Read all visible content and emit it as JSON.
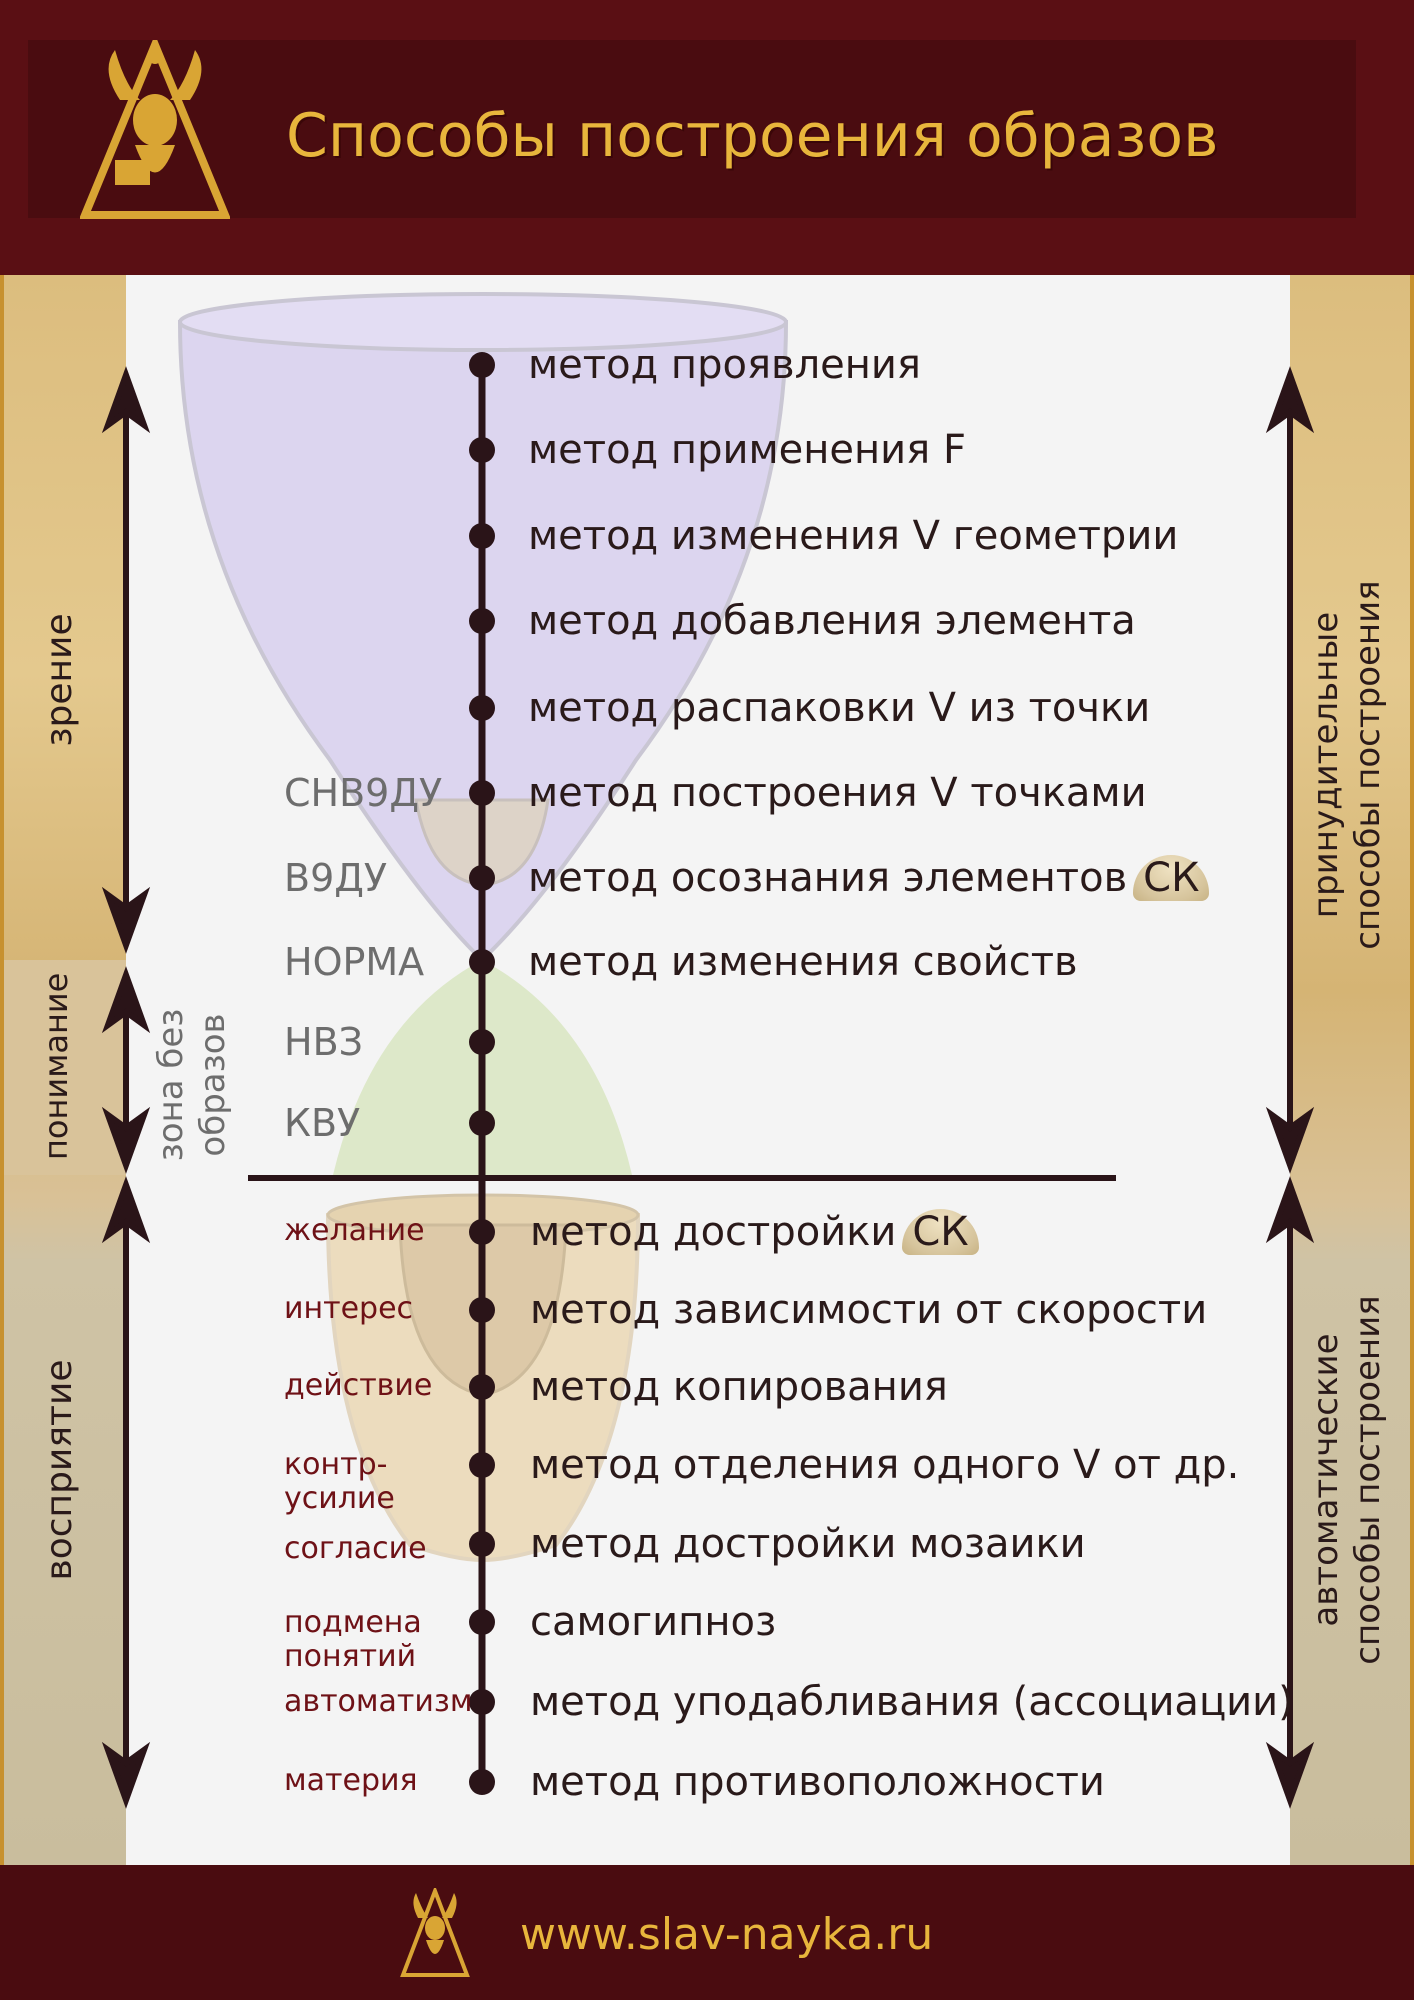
{
  "header": {
    "title": "Способы построения образов"
  },
  "footer": {
    "url": "www.slav-nayka.ru"
  },
  "colors": {
    "burgundy": "#5a0f14",
    "gold": "#e8b63c",
    "axis": "#2a1418",
    "vision_cone": "#d9d2ee",
    "understanding_zone": "#d9e6c4",
    "perception_cone": "#eddcbf"
  },
  "side_labels": {
    "left": {
      "vision": "зрение",
      "understanding": "понимание",
      "no_images_zone": "зона без образов",
      "perception": "восприятие"
    },
    "right": {
      "forced": "принудительные способы построения",
      "automatic": "автоматические способы построения"
    }
  },
  "levels": [
    {
      "label": "СНВ9ДУ"
    },
    {
      "label": "В9ДУ"
    },
    {
      "label": "НОРМА"
    },
    {
      "label": "НВЗ"
    },
    {
      "label": "КВУ"
    }
  ],
  "upper_methods": [
    {
      "text": "метод проявления"
    },
    {
      "text": "метод применения F"
    },
    {
      "text": "метод изменения V геометрии"
    },
    {
      "text": "метод добавления элемента"
    },
    {
      "text": "метод распаковки V из точки"
    },
    {
      "text": "метод построения V точками"
    },
    {
      "text": "метод осознания элементов",
      "badge": "СК"
    },
    {
      "text": "метод изменения свойств"
    }
  ],
  "stages": [
    {
      "label": "желание"
    },
    {
      "label": "интерес"
    },
    {
      "label": "действие"
    },
    {
      "label": "контр-\nусилие"
    },
    {
      "label": "согласие"
    },
    {
      "label": "подмена\nпонятий"
    },
    {
      "label": "автоматизм"
    },
    {
      "label": "материя"
    }
  ],
  "lower_methods": [
    {
      "text": "метод достройки",
      "badge": "СК"
    },
    {
      "text": "метод зависимости от скорости"
    },
    {
      "text": "метод копирования"
    },
    {
      "text": "метод отделения одного V от др."
    },
    {
      "text": "метод достройки мозаики"
    },
    {
      "text": "самогипноз"
    },
    {
      "text": "метод уподабливания (ассоциации)"
    },
    {
      "text": "метод противоположности"
    }
  ]
}
